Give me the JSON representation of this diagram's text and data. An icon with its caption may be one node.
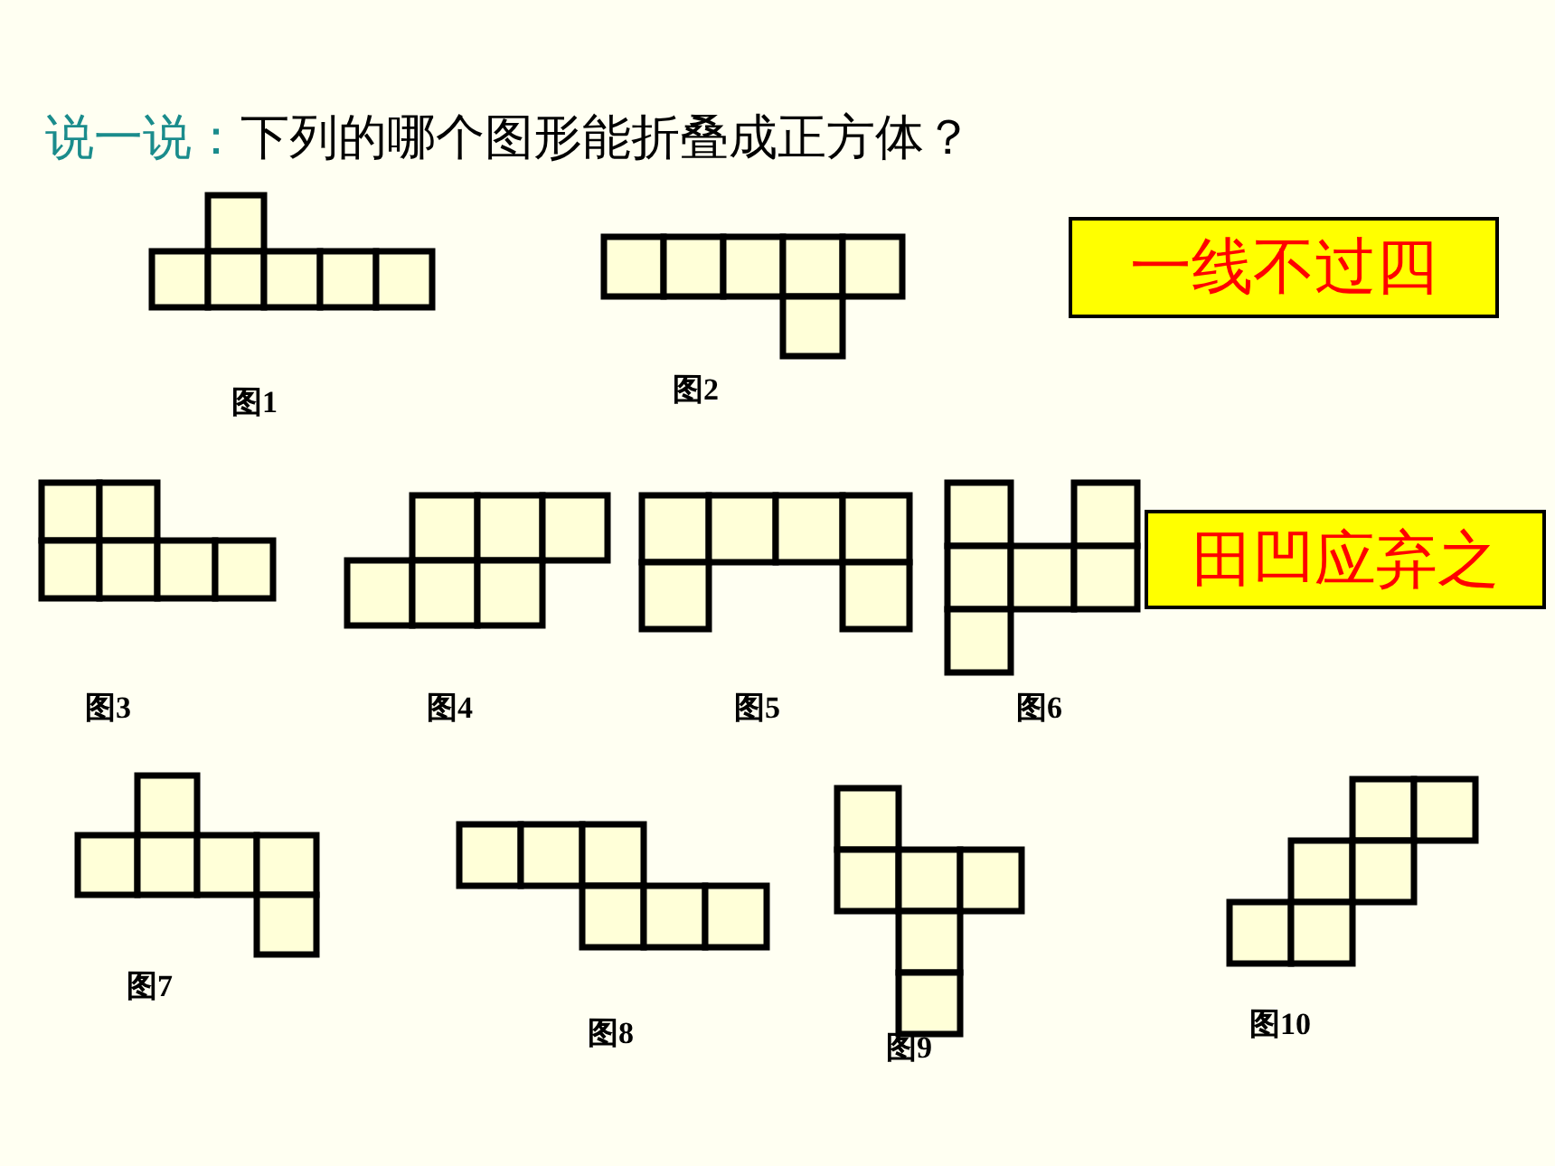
{
  "diagram": {
    "title": "下列的哪个图形能折叠成正方体？",
    "nodes": [
      {
        "text": [],
        "shape": "picture"
      },
      {
        "text": [],
        "shape": "picture"
      },
      {
        "text": [
          "一线不过四"
        ]
      },
      {
        "text": [],
        "shape": "picture"
      },
      {
        "text": [],
        "shape": "picture"
      },
      {
        "text": [],
        "shape": "picture"
      },
      {
        "text": [],
        "shape": "picture"
      },
      {
        "text": [
          "田凹应弃之"
        ]
      },
      {
        "text": [],
        "shape": "picture"
      },
      {
        "text": [],
        "shape": "picture"
      },
      {
        "text": [],
        "shape": "picture"
      },
      {
        "text": [],
        "shape": "picture"
      }
    ],
    "labels": [
      "说一说：",
      "图1",
      "图2",
      "图3",
      "图4",
      "图5",
      "图6",
      "图7",
      "图8",
      "图9",
      "图10"
    ]
  }
}
